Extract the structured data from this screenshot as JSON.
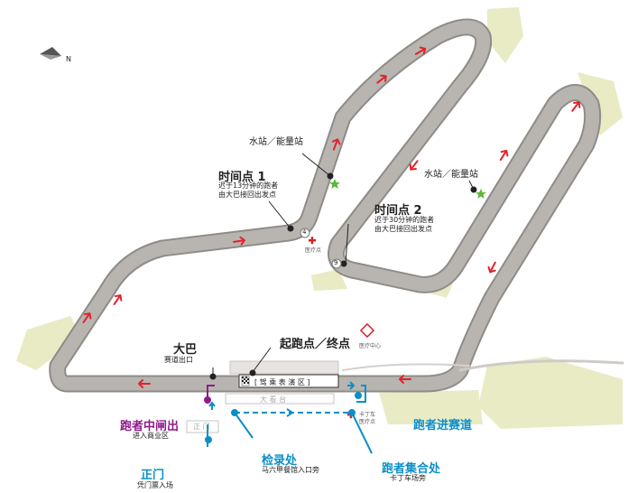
{
  "compass": {
    "label": "N"
  },
  "labels": {
    "water_station_1": "水站／能量站",
    "water_station_2": "水站／能量站",
    "time_point_1_title": "时间点 1",
    "time_point_1_line1": "迟于13分钟的跑者",
    "time_point_1_line2": "由大巴接回出发点",
    "time_point_2_title": "时间点 2",
    "time_point_2_line1": "迟于30分钟的跑者",
    "time_point_2_line2": "由大巴接回出发点",
    "marker_4": "4",
    "marker_9": "9",
    "medical_point_1": "医疗点",
    "medical_center": "医疗中心",
    "bus_title": "大巴",
    "bus_sub": "赛道出口",
    "start_finish": "起跑点／终点",
    "pit_area": "[ 驾 乘 表 演 区 ]",
    "grandstand": "大 看 台",
    "gate_box": "正 门",
    "runner_exit_title": "跑者中闸出",
    "runner_exit_sub": "进入商业区",
    "main_gate_title": "正门",
    "main_gate_sub": "凭门票入场",
    "checkin_title": "检录处",
    "checkin_sub": "马六甲餐馆入口旁",
    "assembly_title": "跑者集合处",
    "assembly_sub": "卡丁车场旁",
    "runner_enter": "跑者进赛道",
    "karting_medical_line1": "卡丁车",
    "karting_medical_line2": "医疗点"
  },
  "colors": {
    "track": "#b8b4b0",
    "track_edge": "#8f8b87",
    "grass": "#e8ebc4",
    "arrow": "#e3222a",
    "star": "#5bb83a",
    "purple": "#8e1b8c",
    "blue": "#0b8fc8",
    "red": "#d8202a"
  },
  "icons": [
    "compass-arrow-icon",
    "water-star-icon",
    "medical-cross-icon",
    "medical-diamond-icon",
    "direction-arrow-icon",
    "checkered-flag-icon"
  ]
}
